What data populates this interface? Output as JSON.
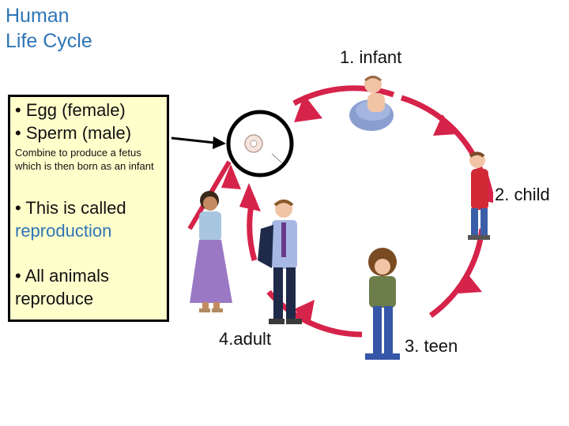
{
  "title": {
    "line1": "Human",
    "line2": "Life Cycle"
  },
  "stages": {
    "infant": "1. infant",
    "child": "2. child",
    "teen": "3. teen",
    "adult": "4.adult"
  },
  "info_box": {
    "egg": "• Egg (female)",
    "sperm": "• Sperm (male)",
    "combine": "Combine to produce a fetus which is then born as an infant",
    "called_prefix": "• This is called",
    "called_term": "reproduction",
    "animals": "• All animals reproduce"
  },
  "colors": {
    "title": "#2e75b6",
    "cycle_arrow": "#d6234a",
    "box_fill": "#ffffcc",
    "term": "#2e75b6"
  },
  "icons": [
    "infant-figure",
    "child-figure",
    "teen-figure",
    "man-figure",
    "woman-figure",
    "egg-cell-icon",
    "pointer-arrow"
  ]
}
